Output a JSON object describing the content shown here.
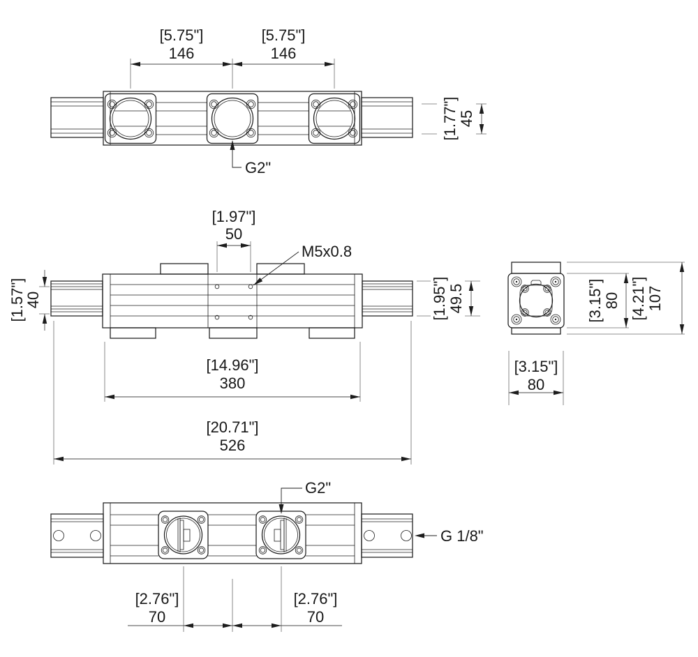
{
  "drawing": {
    "kind": "technical-dimension-drawing",
    "subject": "manifold-valve-block-with-mounting-rails"
  },
  "colors": {
    "background": "#ffffff",
    "line": "#1c1c1c",
    "dimension_line": "#4a4a4a",
    "text": "#161616"
  },
  "views": {
    "top_view": {
      "dim_port_spacing_left": {
        "inches": "[5.75\"]",
        "mm": "146"
      },
      "dim_port_spacing_right": {
        "inches": "[5.75\"]",
        "mm": "146"
      },
      "dim_rail_height": {
        "inches": "[1.77\"]",
        "mm": "45"
      },
      "callout_port": "G2\""
    },
    "front_view": {
      "dim_hole_spacing": {
        "inches": "[1.97\"]",
        "mm": "50"
      },
      "callout_thread": "M5x0.8",
      "dim_rail_section": {
        "inches": "[1.57\"]",
        "mm": "40"
      },
      "dim_profile_height": {
        "inches": "[1.95\"]",
        "mm": "49.5"
      },
      "dim_body_length": {
        "inches": "[14.96\"]",
        "mm": "380"
      },
      "dim_overall_length": {
        "inches": "[20.71\"]",
        "mm": "526"
      }
    },
    "end_view": {
      "dim_body_height": {
        "inches": "[3.15\"]",
        "mm": "80"
      },
      "dim_overall_height": {
        "inches": "[4.21\"]",
        "mm": "107"
      },
      "dim_body_width": {
        "inches": "[3.15\"]",
        "mm": "80"
      }
    },
    "bottom_view": {
      "dim_port_offset_left": {
        "inches": "[2.76\"]",
        "mm": "70"
      },
      "dim_port_offset_right": {
        "inches": "[2.76\"]",
        "mm": "70"
      },
      "callout_port": "G2\"",
      "callout_rail_port": "G 1/8\""
    }
  }
}
